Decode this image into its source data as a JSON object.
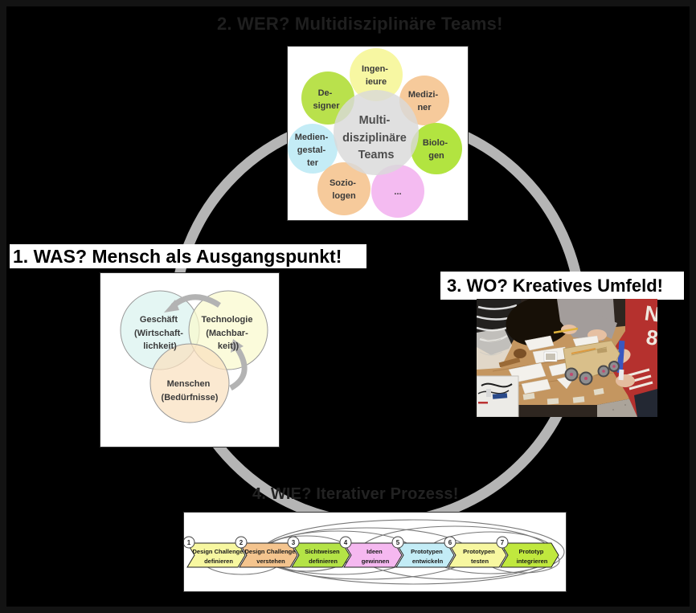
{
  "decor": {
    "background": "#000000",
    "ring_color": "#b5b5b5",
    "venn_arrow_color": "#b3b3b3"
  },
  "titles": {
    "t1": "1. WAS? Mensch als Ausgangspunkt!",
    "t2": "2. WER? Multidisziplinäre Teams!",
    "t3": "3. WO? Kreatives Umfeld!",
    "t4": "4. WIE? Iterativer Prozess!"
  },
  "teams_diagram": {
    "center": {
      "lines": [
        "Multi-",
        "disziplinäre",
        "Teams"
      ],
      "color": "#d9d9d9"
    },
    "members": [
      {
        "lines": [
          "Ingen-",
          "ieure"
        ],
        "color": "#f7f7a2"
      },
      {
        "lines": [
          "De-",
          "signer"
        ],
        "color": "#b9e14c"
      },
      {
        "lines": [
          "Medizi-",
          "ner"
        ],
        "color": "#f6ca9b"
      },
      {
        "lines": [
          "Medien-",
          "gestal-",
          "ter"
        ],
        "color": "#c4ecf6"
      },
      {
        "lines": [
          "Biolo-",
          "gen"
        ],
        "color": "#b2e440"
      },
      {
        "lines": [
          "Sozio-",
          "logen"
        ],
        "color": "#f6ca9b"
      },
      {
        "lines": [
          "..."
        ],
        "color": "#f4bbf1"
      }
    ]
  },
  "venn_diagram": {
    "sets": [
      {
        "lines": [
          "Geschäft",
          "(Wirtschaft-",
          "lichkeit)"
        ],
        "color": "#d9f3ef"
      },
      {
        "lines": [
          "Technologie",
          "(Machbar-",
          "keit))"
        ],
        "color": "#f9f9cd"
      },
      {
        "lines": [
          "Menschen",
          "(Bedürfnisse)"
        ],
        "color": "#f9e0bf"
      }
    ]
  },
  "photo": {
    "description": "Workshop-Szene: Jugendliche bauen an einem Holztisch einen Fahrzeug-Prototyp aus Holz, Papier und Rädern"
  },
  "process_diagram": {
    "stages": [
      {
        "number": "1",
        "lines": [
          "Design Challenge",
          "definieren"
        ],
        "color": "#f7f7a0"
      },
      {
        "number": "2",
        "lines": [
          "Design Challenge",
          "verstehen"
        ],
        "color": "#f4c48e"
      },
      {
        "number": "3",
        "lines": [
          "Sichtweisen",
          "definieren"
        ],
        "color": "#b4e346"
      },
      {
        "number": "4",
        "lines": [
          "Ideen",
          "gewinnen"
        ],
        "color": "#f5b8f0"
      },
      {
        "number": "5",
        "lines": [
          "Prototypen",
          "entwickeln"
        ],
        "color": "#c3ecf6"
      },
      {
        "number": "6",
        "lines": [
          "Prototypen",
          "testen"
        ],
        "color": "#f7f7a0"
      },
      {
        "number": "7",
        "lines": [
          "Prototyp",
          "integrieren"
        ],
        "color": "#c0e83e"
      }
    ]
  }
}
